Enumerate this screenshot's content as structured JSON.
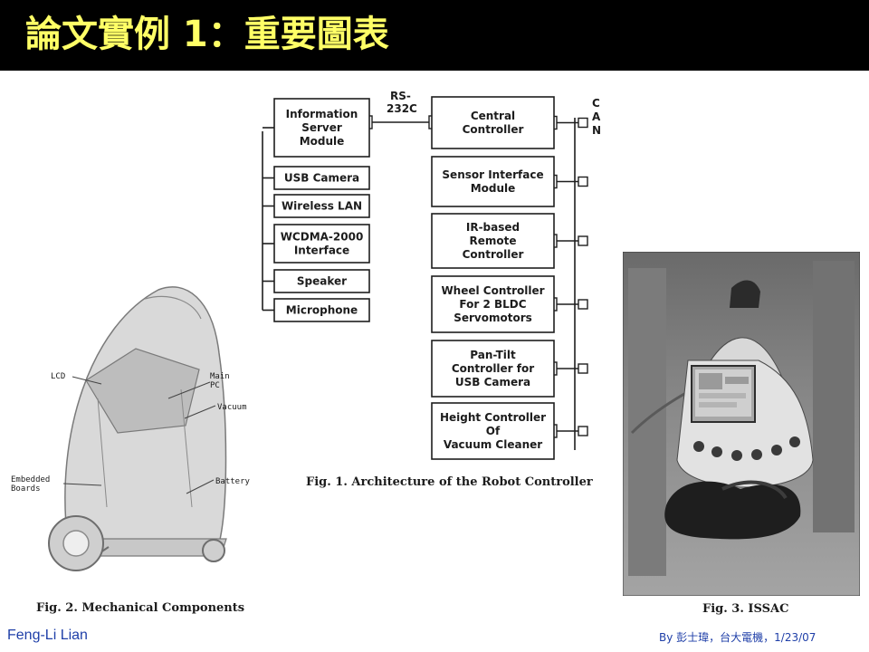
{
  "slide": {
    "title": "論文實例 1：重要圖表",
    "title_color": "#ffff66",
    "header_color": "#000000",
    "footer_left": "Feng-Li Lian",
    "footer_right": "By 彭士瑋，台大電機，1/23/07",
    "footer_color": "#1f3fa8"
  },
  "fig1": {
    "caption": "Fig. 1. Architecture of the Robot Controller",
    "bus_link_label": [
      "RS-",
      "232C"
    ],
    "bus_label": [
      "C",
      "A",
      "N"
    ],
    "left_modules": [
      {
        "lines": [
          "Information",
          "Server",
          "Module"
        ]
      },
      {
        "lines": [
          "USB Camera"
        ]
      },
      {
        "lines": [
          "Wireless LAN"
        ]
      },
      {
        "lines": [
          "WCDMA-2000",
          "Interface"
        ]
      },
      {
        "lines": [
          "Speaker"
        ]
      },
      {
        "lines": [
          "Microphone"
        ]
      }
    ],
    "right_modules": [
      {
        "lines": [
          "Central",
          "Controller"
        ]
      },
      {
        "lines": [
          "Sensor Interface",
          "Module"
        ]
      },
      {
        "lines": [
          "IR-based",
          "Remote",
          "Controller"
        ]
      },
      {
        "lines": [
          "Wheel Controller",
          "For 2 BLDC",
          "Servomotors"
        ]
      },
      {
        "lines": [
          "Pan-Tilt",
          "Controller for",
          "USB Camera"
        ]
      },
      {
        "lines": [
          "Height Controller",
          "Of",
          "Vacuum Cleaner"
        ]
      }
    ]
  },
  "fig2": {
    "caption": "Fig. 2. Mechanical Components",
    "labels": {
      "lcd": "LCD",
      "main_pc": [
        "Main",
        "PC"
      ],
      "vacuum": "Vacuum",
      "embedded": [
        "Embedded",
        "Boards"
      ],
      "battery": "Battery"
    }
  },
  "fig3": {
    "caption": "Fig. 3. ISSAC"
  }
}
